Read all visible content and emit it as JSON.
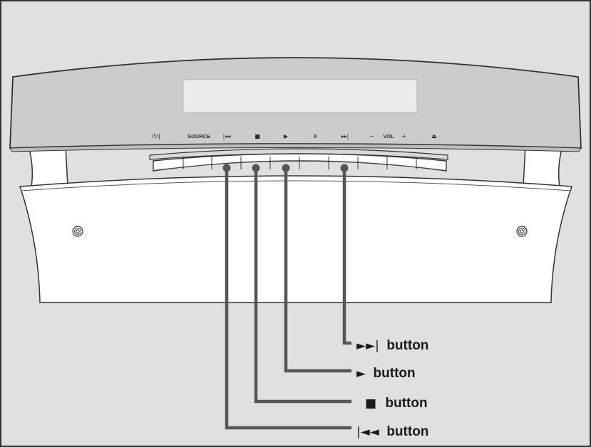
{
  "panel_buttons": [
    {
      "id": "power",
      "label": "⏻/|"
    },
    {
      "id": "source",
      "label": "SOURCE"
    },
    {
      "id": "prev",
      "label": "|◂◂"
    },
    {
      "id": "stop",
      "label": "■"
    },
    {
      "id": "play",
      "label": "▶"
    },
    {
      "id": "pause",
      "label": "II"
    },
    {
      "id": "next",
      "label": "▸▸|"
    },
    {
      "id": "vol_minus",
      "label": "−"
    },
    {
      "id": "vol",
      "label": "VOL"
    },
    {
      "id": "vol_plus",
      "label": "+"
    },
    {
      "id": "eject",
      "label": "⏏"
    }
  ],
  "callouts": [
    {
      "id": "next",
      "glyph": "►►|",
      "text": "button"
    },
    {
      "id": "play",
      "glyph": "►",
      "text": "button"
    },
    {
      "id": "stop",
      "glyph": "■",
      "text": "button"
    },
    {
      "id": "prev",
      "glyph": "|◄◄",
      "text": "button"
    }
  ],
  "colors": {
    "background": "#e0e0e0",
    "panel_top": "#c8c8c8",
    "panel_bottom": "#d4d4d4",
    "display": "#ececec",
    "body": "#ffffff",
    "line": "#555555"
  },
  "icons": [
    "screw-icon",
    "screw-icon"
  ]
}
